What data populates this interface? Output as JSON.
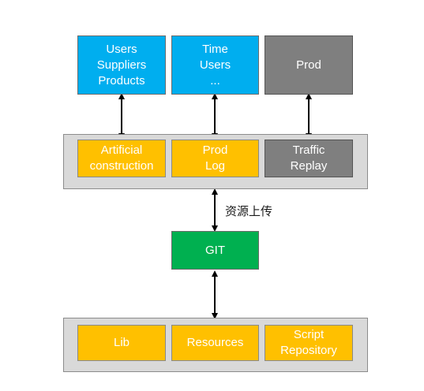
{
  "sources": {
    "users": [
      "Users",
      "Suppliers",
      "Products"
    ],
    "time": [
      "Time",
      "Users",
      "..."
    ],
    "prod": [
      "Prod"
    ]
  },
  "generation": {
    "artificial": [
      "Artificial",
      "construction"
    ],
    "prodlog": [
      "Prod",
      "Log"
    ],
    "replay": [
      "Traffic",
      "Replay"
    ]
  },
  "upload_label": "资源上传",
  "git_label": "GIT",
  "storage": {
    "lib": [
      "Lib"
    ],
    "resources": [
      "Resources"
    ],
    "script": [
      "Script",
      "Repository"
    ]
  },
  "colors": {
    "blue": "#00aeef",
    "gray": "#7f7f7f",
    "yellow": "#ffc000",
    "green": "#00b050",
    "panel": "#d9d9d9"
  }
}
